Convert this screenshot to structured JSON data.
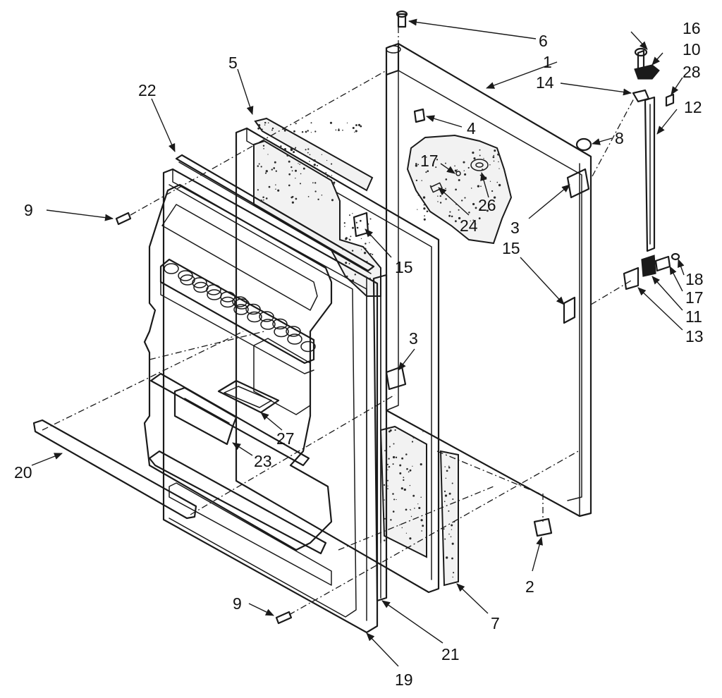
{
  "callouts": [
    "1",
    "2",
    "3",
    "3",
    "4",
    "5",
    "6",
    "7",
    "8",
    "9",
    "9",
    "10",
    "11",
    "12",
    "13",
    "14",
    "15",
    "15",
    "16",
    "17",
    "17",
    "18",
    "19",
    "20",
    "21",
    "22",
    "23",
    "24",
    "26",
    "27",
    "28"
  ],
  "colors": {
    "ink": "#1a1a1a",
    "paper": "#ffffff"
  }
}
